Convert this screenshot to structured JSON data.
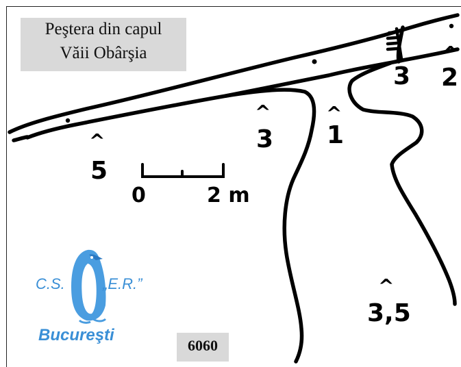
{
  "map": {
    "title_line1": "Peştera din capul",
    "title_line2": "Văii Obârşia",
    "catalog_number": "6060",
    "depth_marks": [
      "5",
      "3",
      "1",
      "3",
      "2",
      "3,5"
    ],
    "scale": {
      "start_label": "0",
      "end_label": "2 m"
    }
  },
  "logo": {
    "left_text": "C.S.",
    "right_text": "„E.R.”",
    "city": "Bucureşti",
    "color": "#3a8fd6"
  }
}
